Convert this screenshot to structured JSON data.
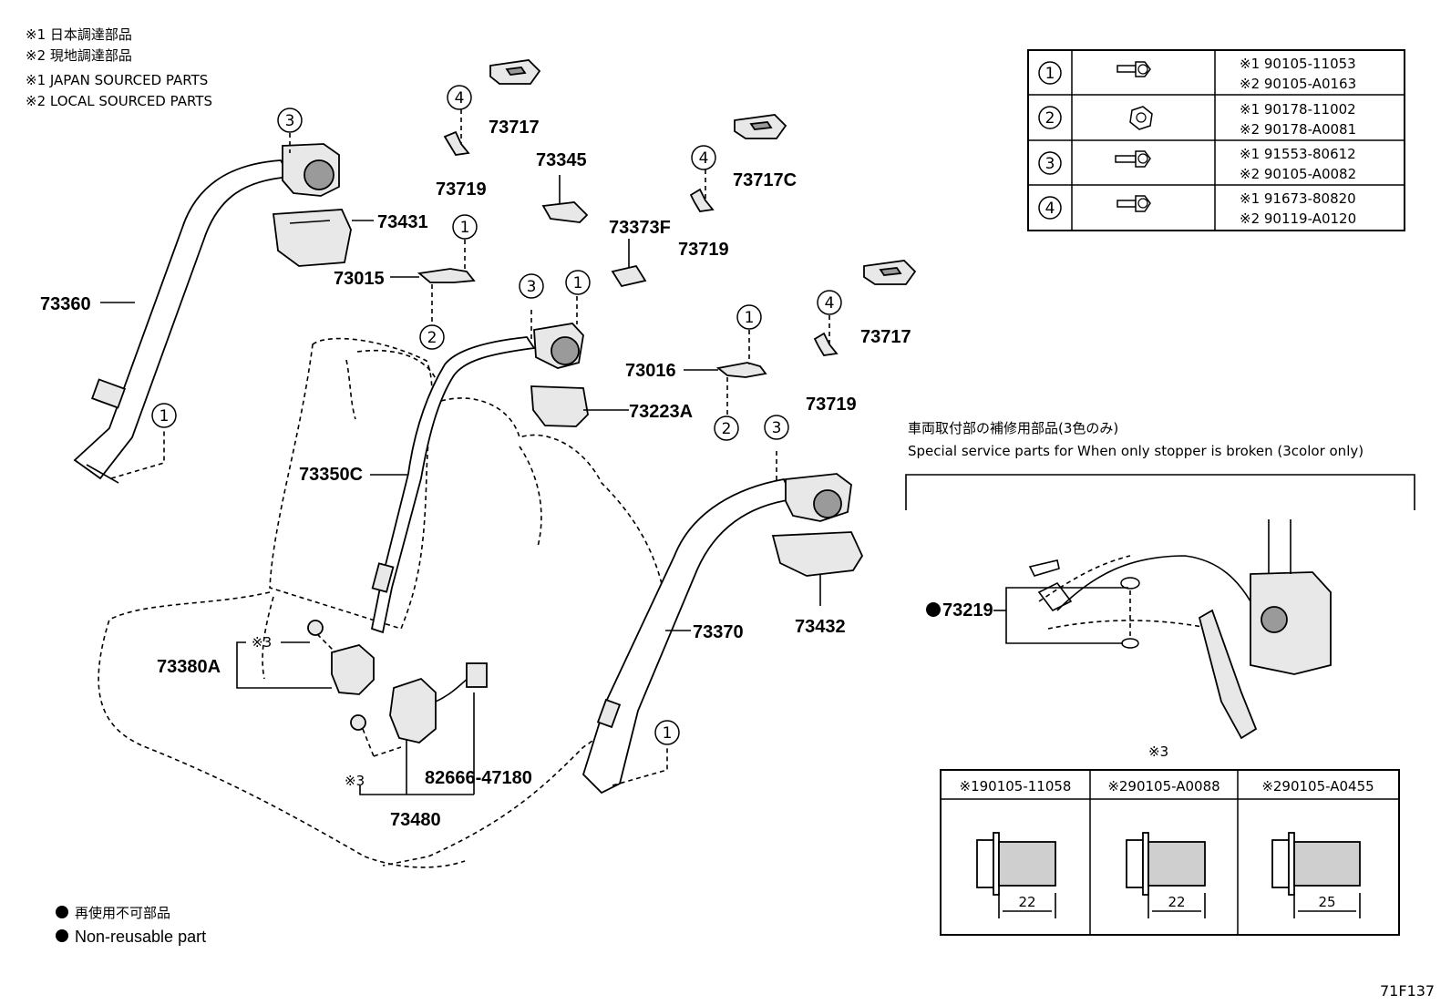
{
  "notes": {
    "line1": "※1 日本調達部品",
    "line2": "※2 現地調達部品",
    "line3": "※1 JAPAN SOURCED PARTS",
    "line4": "※2 LOCAL SOURCED PARTS"
  },
  "bolt_table": [
    {
      "key": "1",
      "code1": "※1 90105-11053",
      "code2": "※2 90105-A0163"
    },
    {
      "key": "2",
      "code1": "※1 90178-11002",
      "code2": "※2 90178-A0081"
    },
    {
      "key": "3",
      "code1": "※1 91553-80612",
      "code2": "※2 90105-A0082"
    },
    {
      "key": "4",
      "code1": "※1 91673-80820",
      "code2": "※2 90119-A0120"
    }
  ],
  "parts": {
    "p73717a": "73717",
    "p73719a": "73719",
    "p73345": "73345",
    "p73717c": "73717C",
    "p73373f": "73373F",
    "p73719b": "73719",
    "p73431": "73431",
    "p73015": "73015",
    "p73360": "73360",
    "p73717b": "73717",
    "p73719c": "73719",
    "p73016": "73016",
    "p73223a": "73223A",
    "p73350c": "73350C",
    "p73370": "73370",
    "p73432": "73432",
    "p73380a": "73380A",
    "p82666": "82666-47180",
    "p73480": "73480",
    "p73219": "73219",
    "ref3a": "※3",
    "ref3b": "※3"
  },
  "callouts": [
    "1",
    "2",
    "3",
    "4"
  ],
  "service": {
    "title_jp": "車両取付部の補修用部品(3色のみ)",
    "title_en": "Special service parts for When only stopper is broken (3color only)"
  },
  "ref3_table": {
    "title": "※3",
    "columns": [
      {
        "header": "※190105-11058",
        "dim": "22"
      },
      {
        "header": "※290105-A0088",
        "dim": "22"
      },
      {
        "header": "※290105-A0455",
        "dim": "25"
      }
    ]
  },
  "legend": {
    "jp": "再使用不可部品",
    "en": "Non-reusable part"
  },
  "figure_code": "71F137"
}
